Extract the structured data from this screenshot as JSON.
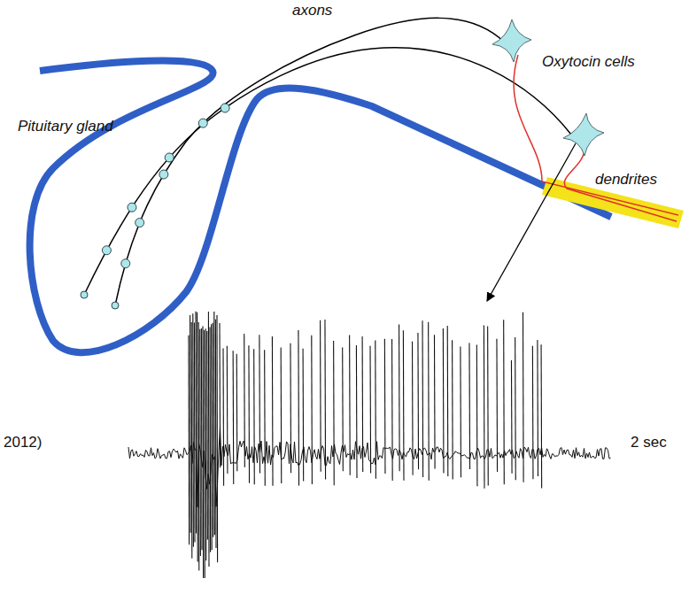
{
  "diagram": {
    "labels": [
      "Pituitary gland",
      "axons",
      "Oxytocin cells",
      "dendrites",
      "2012)",
      "2 sec"
    ]
  }
}
